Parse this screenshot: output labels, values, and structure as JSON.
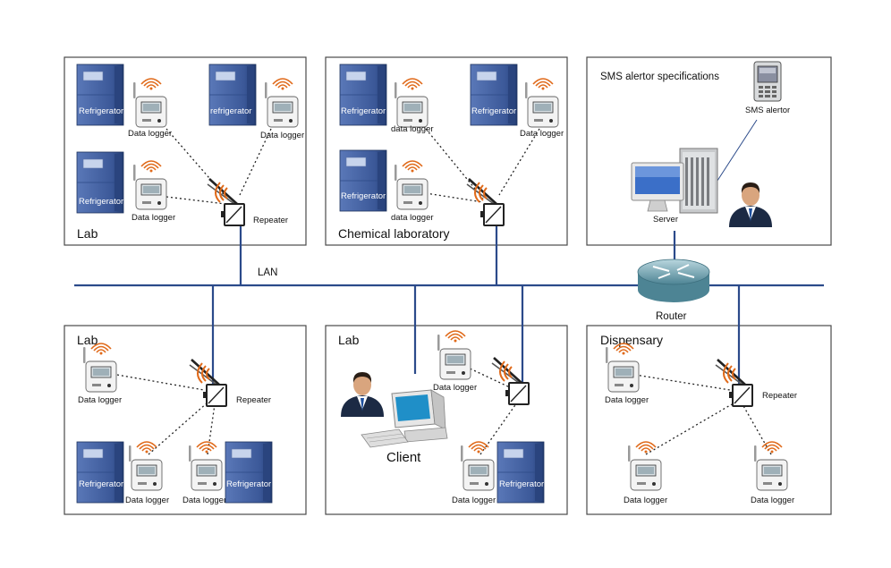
{
  "panels": {
    "lab_top": "Lab",
    "chemical_lab": "Chemical laboratory",
    "sms": "SMS alertor specifications",
    "lab_bottom_left": "Lab",
    "lab_bottom_mid": "Lab",
    "dispensary": "Dispensary"
  },
  "labels": {
    "refrigerator": "Refrigerator",
    "refrigerator_lc": "refrigerator",
    "data_logger": "Data logger",
    "data_logger_lc": "data logger",
    "repeater": "Repeater",
    "sms_alertor": "SMS alertor",
    "server": "Server",
    "lan": "LAN",
    "router": "Router",
    "client": "Client"
  },
  "colors": {
    "network_line": "#2b4a8a",
    "panel_border": "#4a4a4a",
    "fridge": "#3c5a9c",
    "antenna_signal": "#e06a1a"
  },
  "icons": [
    "refrigerator-icon",
    "data-logger-icon",
    "repeater-icon",
    "sms-alertor-icon",
    "server-icon",
    "person-icon",
    "router-icon",
    "client-computer-icon"
  ]
}
